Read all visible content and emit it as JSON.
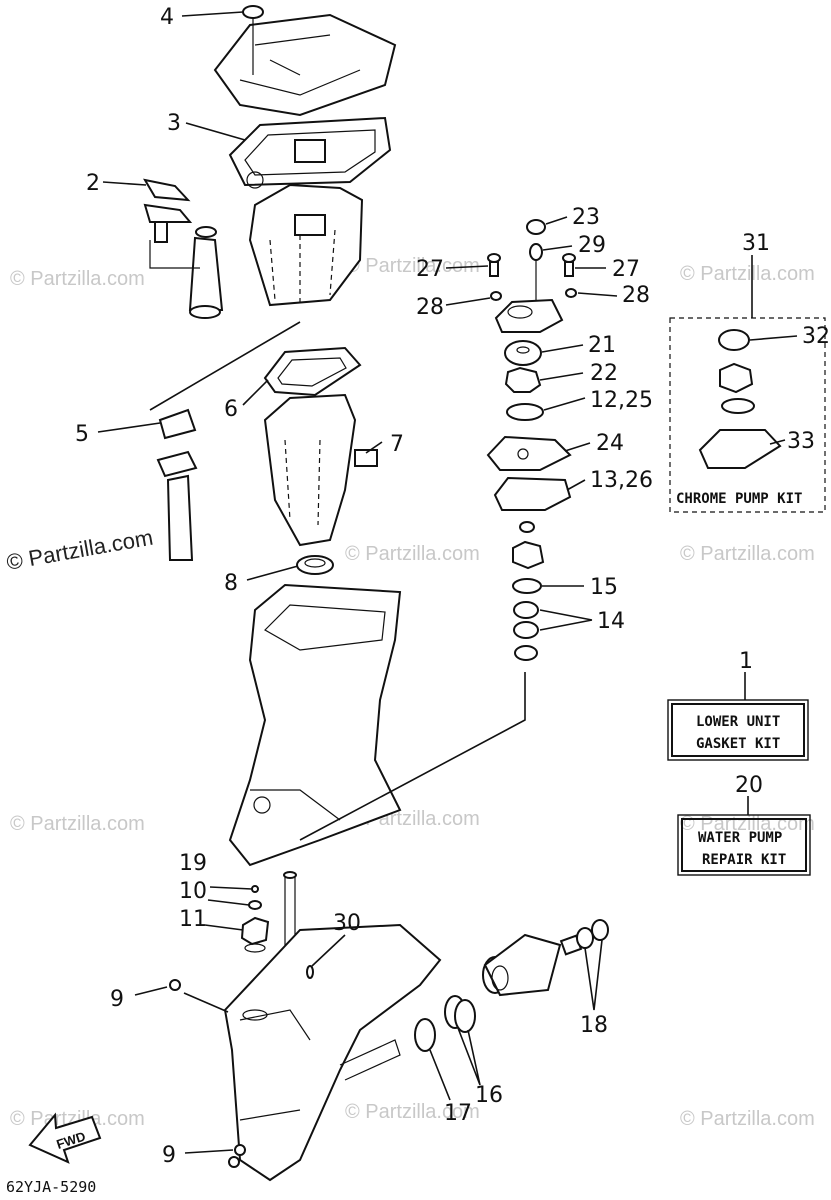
{
  "watermark": "© Partzilla.com",
  "diagram_code": "62YJA-5290",
  "fwd_label": "FWD",
  "kits": {
    "chrome_pump": {
      "callout": "31",
      "label": "CHROME PUMP KIT"
    },
    "lower_unit": {
      "callout": "1",
      "line1": "LOWER UNIT",
      "line2": "GASKET KIT"
    },
    "water_pump": {
      "callout": "20",
      "line1": "WATER PUMP",
      "line2": "REPAIR KIT"
    }
  },
  "callouts": {
    "c2": "2",
    "c3": "3",
    "c4": "4",
    "c5": "5",
    "c6": "6",
    "c7": "7",
    "c8": "8",
    "c9a": "9",
    "c9b": "9",
    "c10": "10",
    "c11": "11",
    "c12": "12,25",
    "c13": "13,26",
    "c14": "14",
    "c15": "15",
    "c16": "16",
    "c17": "17",
    "c18": "18",
    "c19": "19",
    "c21": "21",
    "c22": "22",
    "c23": "23",
    "c24": "24",
    "c27a": "27",
    "c27b": "27",
    "c28a": "28",
    "c28b": "28",
    "c29": "29",
    "c30": "30",
    "c32": "32",
    "c33": "33"
  }
}
